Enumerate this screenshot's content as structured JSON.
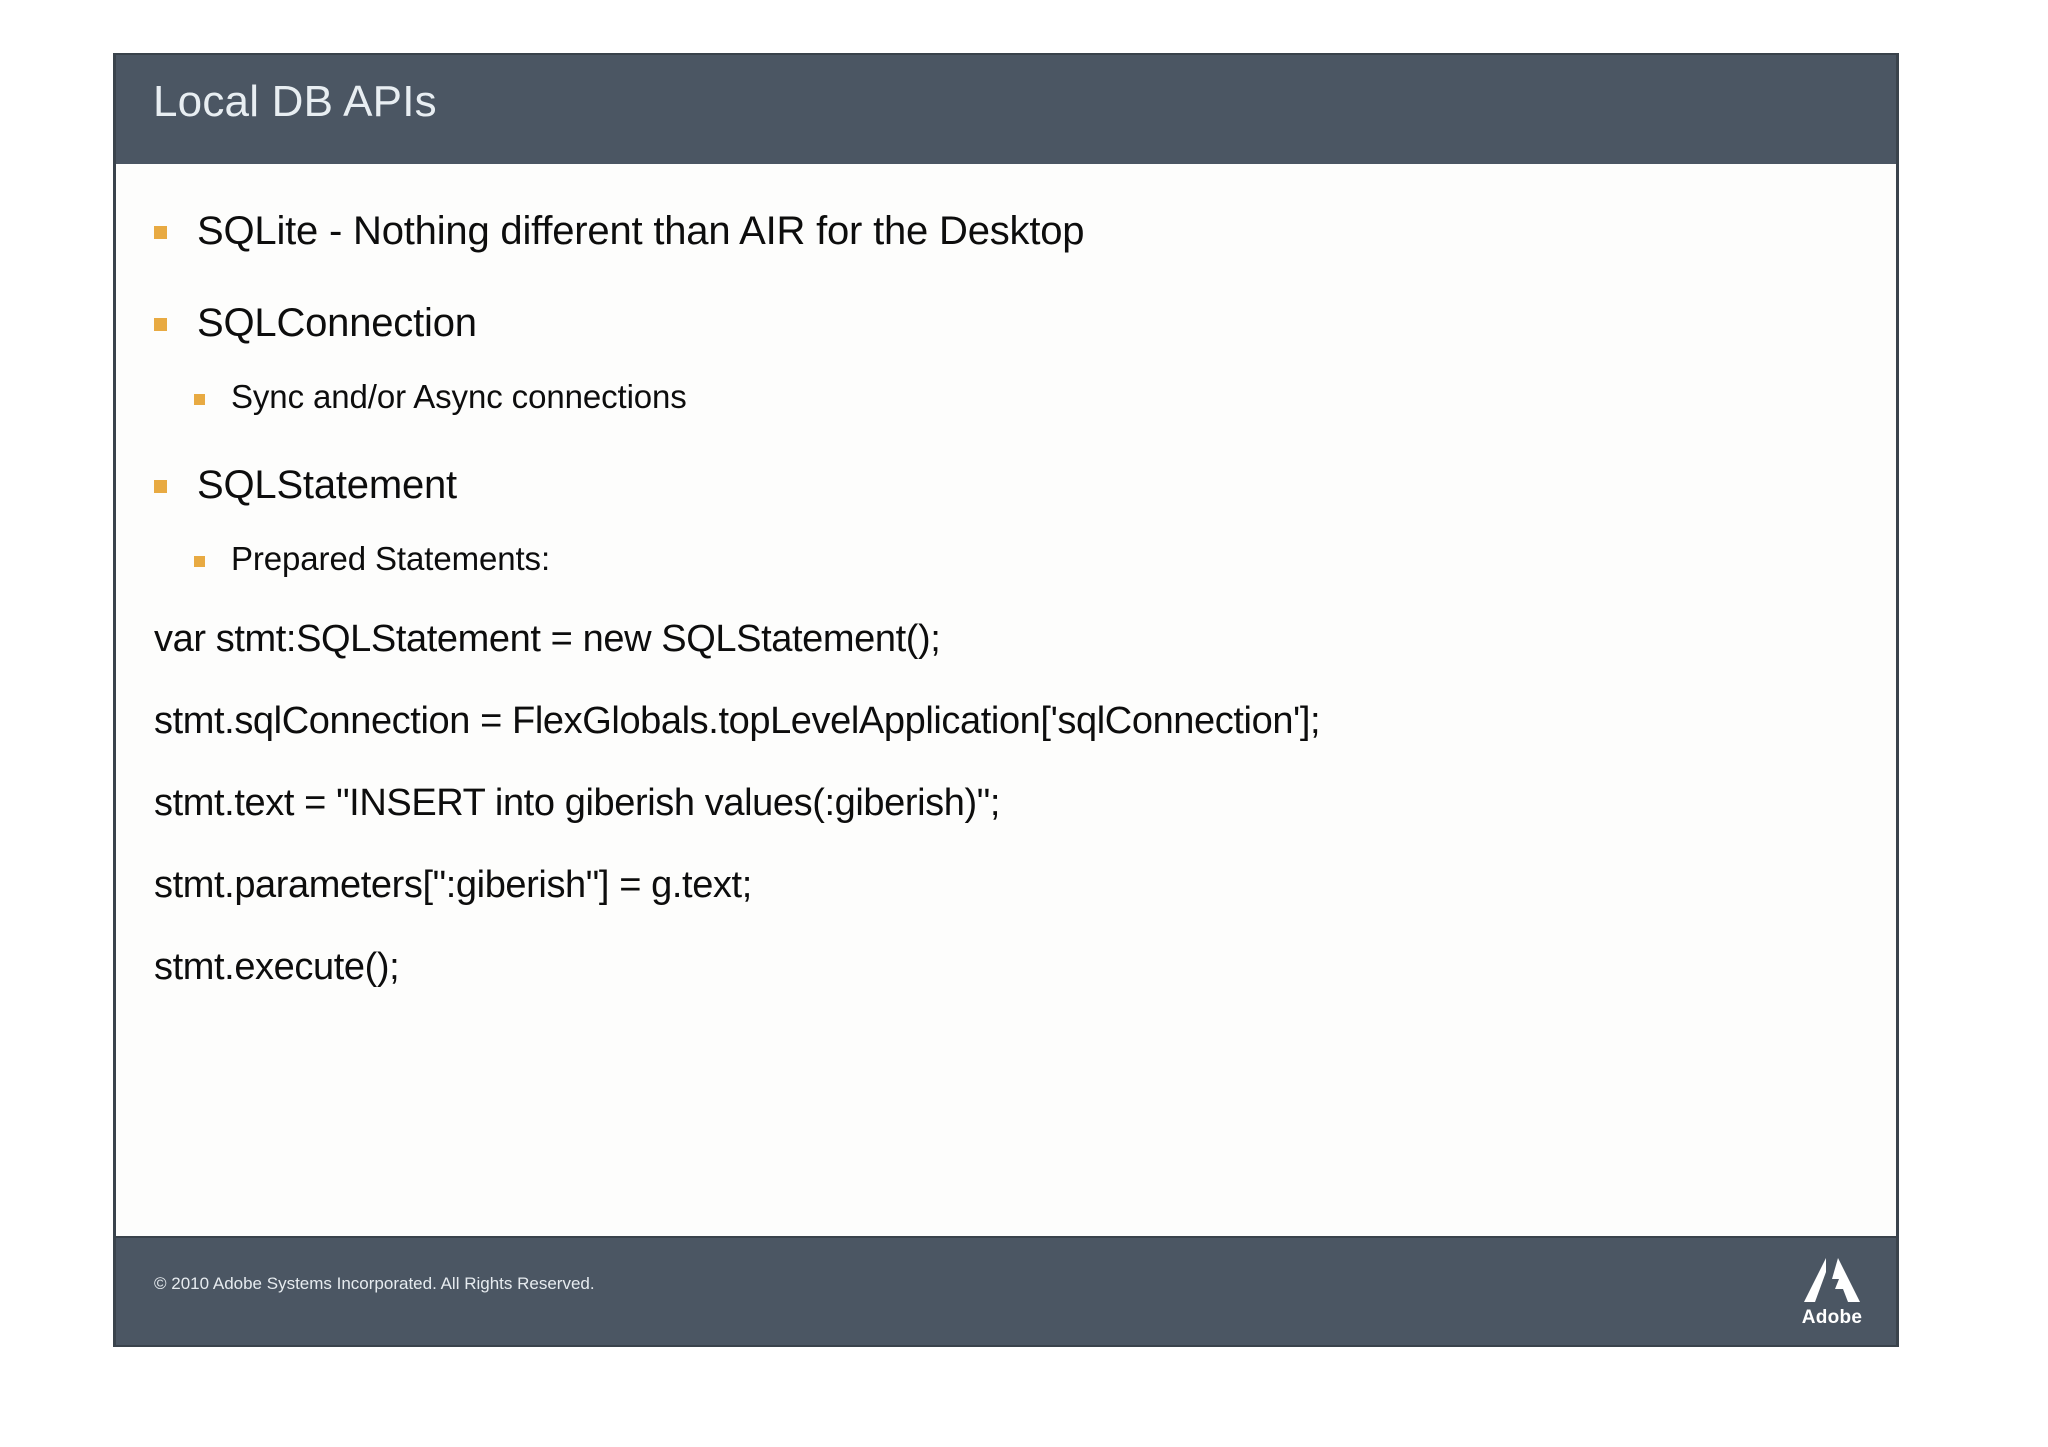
{
  "slide": {
    "title": "Local DB APIs",
    "theme": {
      "header_bg": "#4b5663",
      "body_bg": "#fdfdfc",
      "bullet_color": "#e8aa42",
      "title_color": "#e8eef2",
      "text_color": "#0d0d0d",
      "border_color": "#3a434c"
    },
    "content": [
      {
        "level": 1,
        "text": "SQLite - Nothing different than AIR for the Desktop"
      },
      {
        "level": 1,
        "text": "SQLConnection"
      },
      {
        "level": 2,
        "text": "Sync and/or Async connections"
      },
      {
        "level": 1,
        "text": "SQLStatement"
      },
      {
        "level": 2,
        "text": "Prepared Statements:"
      }
    ],
    "code_lines": [
      "var stmt:SQLStatement = new SQLStatement();",
      "stmt.sqlConnection = FlexGlobals.topLevelApplication['sqlConnection'];",
      "stmt.text = \"INSERT into giberish values(:giberish)\";",
      "stmt.parameters[\":giberish\"] = g.text;",
      "stmt.execute();"
    ],
    "footer": {
      "copyright": "© 2010 Adobe Systems Incorporated.  All Rights Reserved.",
      "logo_word": "Adobe",
      "logo_icon": "adobe-a-logo"
    }
  }
}
